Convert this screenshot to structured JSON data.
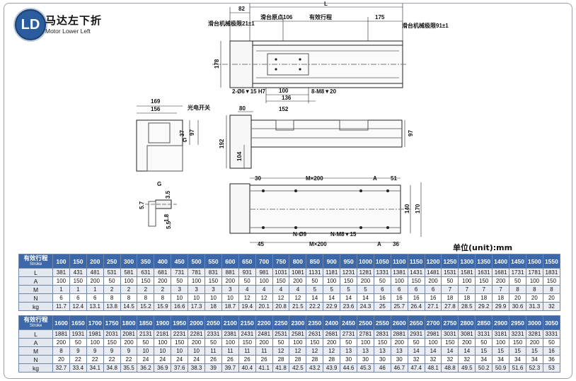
{
  "header": {
    "logo": "LD",
    "title_cn": "马达左下折",
    "title_en": "Motor Lower Left"
  },
  "drawing_labels": {
    "top_82": "82",
    "top_L": "L",
    "slide_home": "滑台原点106",
    "effective_stroke": "有效行程",
    "top_175": "175",
    "left_limit": "滑台机械极限21±1",
    "right_limit": "滑台机械极限91±1",
    "dim_178": "178",
    "hole_2": "2-Ø6▼15 H7",
    "dim_100": "100",
    "dim_136": "136",
    "m8": "8-M8▼20",
    "dim_169": "169",
    "dim_156": "156",
    "photo_switch": "光电开关",
    "dim_37": "37",
    "dim_97a": "97",
    "G_a": "G",
    "dim_80": "80",
    "dim_152": "152",
    "dim_192": "192",
    "dim_104": "104",
    "dim_97b": "97",
    "G_b": "G",
    "dim_3_5": "3.5",
    "dim_5_7": "5.7",
    "dim_1_8": "1.8",
    "dim_5_5": "5.5",
    "dim_30": "30",
    "dim_Mx200_top": "M×200",
    "dim_A_top": "A",
    "dim_51": "51",
    "dim_140": "140",
    "dim_170": "170",
    "n_hole": "N-Ø9",
    "n_m8": "N-M8▼15",
    "dim_45": "45",
    "dim_Mx200_bot": "M×200",
    "dim_A_bot": "A",
    "dim_36": "36"
  },
  "unit_label": "单位(unit):mm",
  "table1": {
    "header_cn": "有效行程",
    "header_en": "Stroke",
    "strokes": [
      "100",
      "150",
      "200",
      "250",
      "300",
      "350",
      "400",
      "450",
      "500",
      "550",
      "600",
      "650",
      "700",
      "750",
      "800",
      "850",
      "900",
      "950",
      "1000",
      "1050",
      "1100",
      "1150",
      "1200",
      "1250",
      "1300",
      "1350",
      "1400",
      "1450",
      "1500",
      "1550"
    ],
    "rows": [
      {
        "label": "L",
        "values": [
          "381",
          "431",
          "481",
          "531",
          "581",
          "631",
          "681",
          "731",
          "781",
          "831",
          "881",
          "931",
          "981",
          "1031",
          "1081",
          "1131",
          "1181",
          "1231",
          "1281",
          "1331",
          "1381",
          "1431",
          "1481",
          "1531",
          "1581",
          "1631",
          "1681",
          "1731",
          "1781",
          "1831"
        ]
      },
      {
        "label": "A",
        "values": [
          "100",
          "150",
          "200",
          "50",
          "100",
          "150",
          "200",
          "50",
          "100",
          "150",
          "200",
          "50",
          "100",
          "150",
          "200",
          "50",
          "100",
          "150",
          "200",
          "50",
          "100",
          "150",
          "200",
          "50",
          "100",
          "150",
          "200",
          "50",
          "100",
          "150"
        ]
      },
      {
        "label": "M",
        "values": [
          "1",
          "1",
          "1",
          "2",
          "2",
          "2",
          "2",
          "3",
          "3",
          "3",
          "3",
          "4",
          "4",
          "4",
          "4",
          "5",
          "5",
          "5",
          "5",
          "6",
          "6",
          "6",
          "6",
          "7",
          "7",
          "7",
          "7",
          "8",
          "8",
          "8"
        ]
      },
      {
        "label": "N",
        "values": [
          "6",
          "6",
          "6",
          "8",
          "8",
          "8",
          "8",
          "10",
          "10",
          "10",
          "10",
          "12",
          "12",
          "12",
          "12",
          "14",
          "14",
          "14",
          "14",
          "16",
          "16",
          "16",
          "16",
          "18",
          "18",
          "18",
          "18",
          "20",
          "20",
          "20"
        ]
      },
      {
        "label": "kg",
        "values": [
          "11.7",
          "12.4",
          "13.1",
          "13.8",
          "14.5",
          "15.2",
          "15.9",
          "16.6",
          "17.3",
          "18",
          "18.7",
          "19.4",
          "20.1",
          "20.8",
          "21.5",
          "22.2",
          "22.9",
          "23.6",
          "24.3",
          "25",
          "25.7",
          "26.4",
          "27.1",
          "27.8",
          "28.5",
          "29.2",
          "29.9",
          "30.6",
          "31.3",
          "32"
        ]
      }
    ]
  },
  "table2": {
    "header_cn": "有效行程",
    "header_en": "Stroke",
    "strokes": [
      "1600",
      "1650",
      "1700",
      "1750",
      "1800",
      "1850",
      "1900",
      "1950",
      "2000",
      "2050",
      "2100",
      "2150",
      "2200",
      "2250",
      "2300",
      "2350",
      "2400",
      "2450",
      "2500",
      "2550",
      "2600",
      "2650",
      "2700",
      "2750",
      "2800",
      "2850",
      "2900",
      "2950",
      "3000",
      "3050"
    ],
    "rows": [
      {
        "label": "L",
        "values": [
          "1881",
          "1931",
          "1981",
          "2031",
          "2081",
          "2131",
          "2181",
          "2231",
          "2281",
          "2331",
          "2381",
          "2431",
          "2481",
          "2531",
          "2581",
          "2631",
          "2681",
          "2731",
          "2781",
          "2831",
          "2881",
          "2931",
          "2981",
          "3031",
          "3081",
          "3131",
          "3181",
          "3231",
          "3281",
          "3331"
        ]
      },
      {
        "label": "A",
        "values": [
          "200",
          "50",
          "100",
          "150",
          "200",
          "50",
          "100",
          "150",
          "200",
          "50",
          "100",
          "150",
          "200",
          "50",
          "100",
          "150",
          "200",
          "50",
          "100",
          "150",
          "200",
          "50",
          "100",
          "150",
          "200",
          "50",
          "100",
          "150",
          "200",
          "50"
        ]
      },
      {
        "label": "M",
        "values": [
          "8",
          "9",
          "9",
          "9",
          "9",
          "10",
          "10",
          "10",
          "10",
          "11",
          "11",
          "11",
          "11",
          "12",
          "12",
          "12",
          "12",
          "13",
          "13",
          "13",
          "13",
          "14",
          "14",
          "14",
          "14",
          "15",
          "15",
          "15",
          "15",
          "16"
        ]
      },
      {
        "label": "N",
        "values": [
          "20",
          "22",
          "22",
          "22",
          "22",
          "24",
          "24",
          "24",
          "24",
          "26",
          "26",
          "26",
          "26",
          "28",
          "28",
          "28",
          "28",
          "30",
          "30",
          "30",
          "30",
          "32",
          "32",
          "32",
          "32",
          "34",
          "34",
          "34",
          "34",
          "36"
        ]
      },
      {
        "label": "kg",
        "values": [
          "32.7",
          "33.4",
          "34.1",
          "34.8",
          "35.5",
          "36.2",
          "36.9",
          "37.6",
          "38.3",
          "39",
          "39.7",
          "40.4",
          "41.1",
          "41.8",
          "42.5",
          "43.2",
          "43.9",
          "44.6",
          "45.3",
          "46",
          "46.7",
          "47.4",
          "48.1",
          "48.8",
          "49.5",
          "50.2",
          "50.9",
          "51.6",
          "52.3",
          "53"
        ]
      }
    ]
  }
}
